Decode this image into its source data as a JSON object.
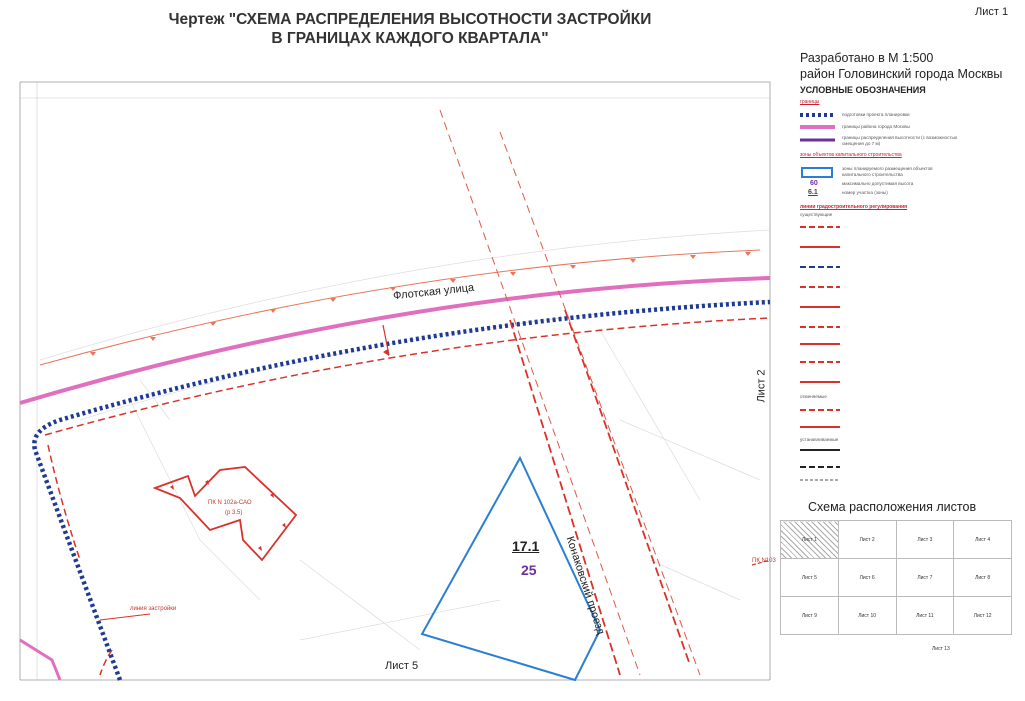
{
  "title": {
    "line1": "Чертеж \"СХЕМА РАСПРЕДЕЛЕНИЯ ВЫСОТНОСТИ ЗАСТРОЙКИ",
    "line2": "В ГРАНИЦАХ КАЖДОГО КВАРТАЛА\""
  },
  "sheet_label": "Лист 1",
  "scale_line1": "Разработано в М 1:500",
  "scale_line2": "район Головинский города Москвы",
  "map": {
    "street_flotskaya": "Флотская улица",
    "street_konakovsky": "Конаковский проезд",
    "sheet2": "Лист 2",
    "sheet5": "Лист 5",
    "zone_id": "17.1",
    "zone_height": "25",
    "pk_label": "ПК N 102а-САО",
    "pk_sub": "(р 3.5)",
    "pk_right": "ПК N103",
    "red_note": "линия застройки"
  },
  "legend": {
    "heading": "УСЛОВНЫЕ ОБОЗНАЧЕНИЯ",
    "section_borders": "границы",
    "item1": "подготовки проекта планировки",
    "item2": "границы района города Москвы",
    "item3": "границы распределения высотности (с возможностью смещения до 7 м)",
    "section_zones": "зоны объектов капитального строительства",
    "item4": "зоны планируемого размещения объектов капитального строительства",
    "num_height": "60",
    "num_zone": "6.1",
    "item5": "максимально допустимая высота",
    "item6": "номер участка (зоны)",
    "section_lines": "линии градостроительного регулирования",
    "existing": "существующие",
    "cancelled": "отменяемые",
    "established": "устанавливаемые",
    "colors": {
      "blue_dot": "#1f3a93",
      "pink": "#e06fc0",
      "purple": "#6b2fa0",
      "red": "#d9322b",
      "zone_blue": "#2a7fd4"
    }
  },
  "scheme": {
    "title": "Схема расположения листов",
    "rows": [
      [
        "Лист 1",
        "Лист 2",
        "Лист 3",
        "Лист 4"
      ],
      [
        "Лист 5",
        "Лист 6",
        "Лист 7",
        "Лист 8"
      ],
      [
        "Лист 9",
        "Лист 10",
        "Лист 11",
        "Лист 12"
      ]
    ],
    "extra": "Лист 13"
  }
}
